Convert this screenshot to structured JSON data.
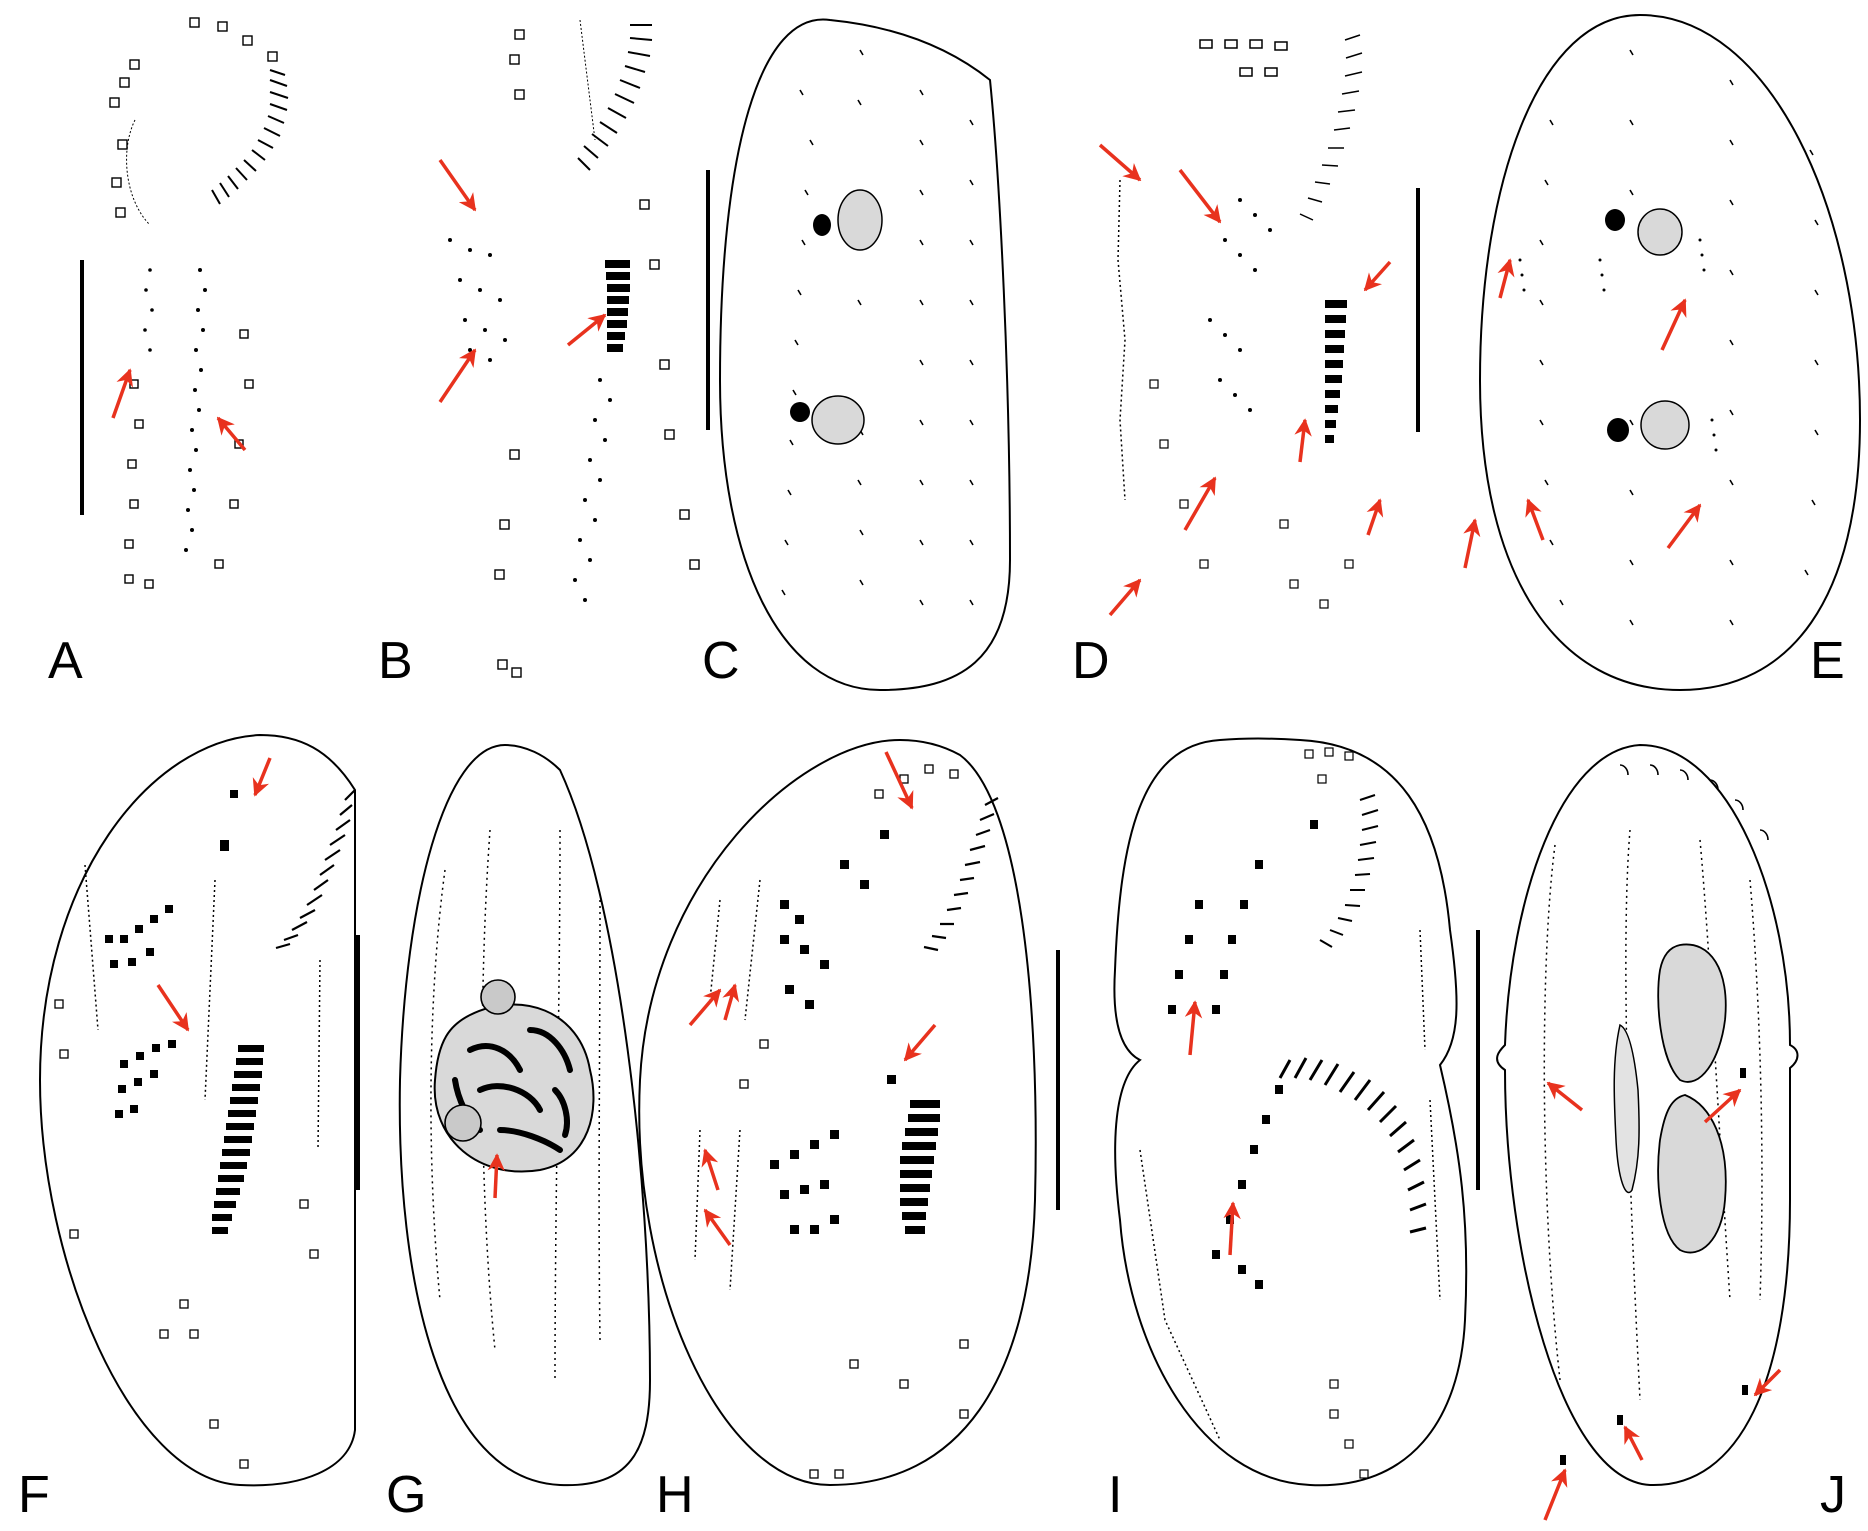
{
  "figure": {
    "panels": [
      {
        "label": "A",
        "content": "ventral-ciliature"
      },
      {
        "label": "B",
        "content": "ventral-ciliature"
      },
      {
        "label": "C",
        "content": "dorsal-ciliature"
      },
      {
        "label": "D",
        "content": "ventral-ciliature"
      },
      {
        "label": "E",
        "content": "dorsal-ciliature"
      },
      {
        "label": "F",
        "content": "ventral-ciliature"
      },
      {
        "label": "G",
        "content": "dorsal-ciliature"
      },
      {
        "label": "H",
        "content": "ventral-ciliature"
      },
      {
        "label": "I",
        "content": "ventral-ciliature"
      },
      {
        "label": "J",
        "content": "dorsal-ciliature"
      }
    ],
    "colors": {
      "ink": "#000000",
      "marker": "#e8321e",
      "paper": "#ffffff",
      "nucleus_fill": "#d9d9d9"
    },
    "icons": [
      "arrow-icon",
      "arrowhead-icon",
      "scale-bar"
    ]
  }
}
